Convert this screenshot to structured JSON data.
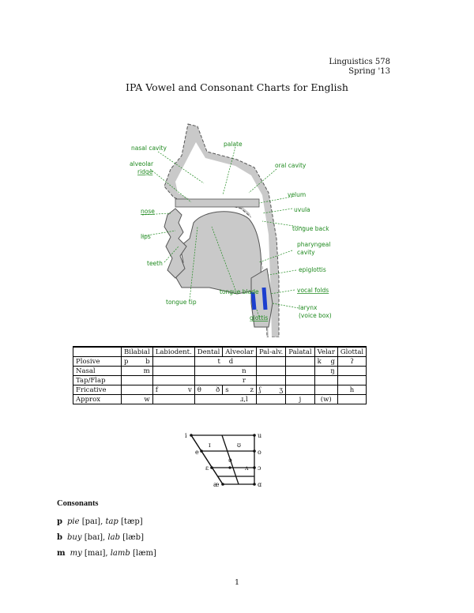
{
  "header": {
    "course": "Linguistics 578",
    "term": "Spring '13"
  },
  "title": "IPA Vowel and Consonant Charts for English",
  "diagram_labels": {
    "nasal_cavity": "nasal cavity",
    "palate": "palate",
    "oral_cavity": "oral cavity",
    "alveolar": "alveolar",
    "ridge": "ridge",
    "velum": "velum",
    "uvula": "uvula",
    "nose": "nose",
    "tongue_back": "tongue back",
    "lips": "lips",
    "pharyngeal": "pharyngeal",
    "cavity": "cavity",
    "teeth": "teeth",
    "epiglottis": "epiglottis",
    "vocal_folds": "vocal folds",
    "tongue_blade": "tongue blade",
    "tongue_tip": "tongue tip",
    "larynx": "larynx",
    "voice_box": "(voice box)",
    "glottis": "glottis"
  },
  "consonants": {
    "headers": [
      "",
      "Bilabial",
      "Labiodent.",
      "Dental",
      "Alveolar",
      "Pal-alv.",
      "Palatal",
      "Velar",
      "Glottal"
    ],
    "plosive": {
      "label": "Plosive",
      "bilabial": [
        "p",
        "b"
      ],
      "alveolar": [
        "t",
        "d"
      ],
      "velar": [
        "k",
        "g"
      ],
      "glottal": "ʔ"
    },
    "nasal": {
      "label": "Nasal",
      "bilabial": "m",
      "alveolar": "n",
      "velar": "ŋ"
    },
    "tap": {
      "label": "Tap/Flap",
      "alveolar": "r"
    },
    "fricative": {
      "label": "Fricative",
      "labiodental": [
        "f",
        "v"
      ],
      "dental": [
        "θ",
        "ð"
      ],
      "alveolar": [
        "s",
        "z"
      ],
      "palalv": [
        "ʃ",
        "ʒ"
      ],
      "glottal": "h"
    },
    "approx": {
      "label": "Approx",
      "bilabial": "w",
      "alveolar": "ɹ,l",
      "palatal": "j",
      "velar": "(w)"
    }
  },
  "vowels": {
    "i": "i",
    "u": "u",
    "ih": "ɪ",
    "uh": "ʊ",
    "e": "e",
    "o": "o",
    "schwa": "ə",
    "eh": "ɛ",
    "wedge": "ʌ",
    "open_o": "ɔ",
    "ae": "æ",
    "a": "ɑ"
  },
  "section": "Consonants",
  "examples": [
    {
      "sym": "p",
      "w1": "pie",
      "t1": "[paɪ],",
      "w2": "tap",
      "t2": "[tæp]"
    },
    {
      "sym": "b",
      "w1": "buy",
      "t1": "[baɪ],",
      "w2": "lab",
      "t2": "[læb]"
    },
    {
      "sym": "m",
      "w1": "my",
      "t1": "[maɪ],",
      "w2": "lamb",
      "t2": "[læm]"
    }
  ],
  "page_number": "1",
  "colors": {
    "tract": "#c9c9c9",
    "label": "#1f8a1f",
    "vocal_folds": "#1c3fcf"
  }
}
